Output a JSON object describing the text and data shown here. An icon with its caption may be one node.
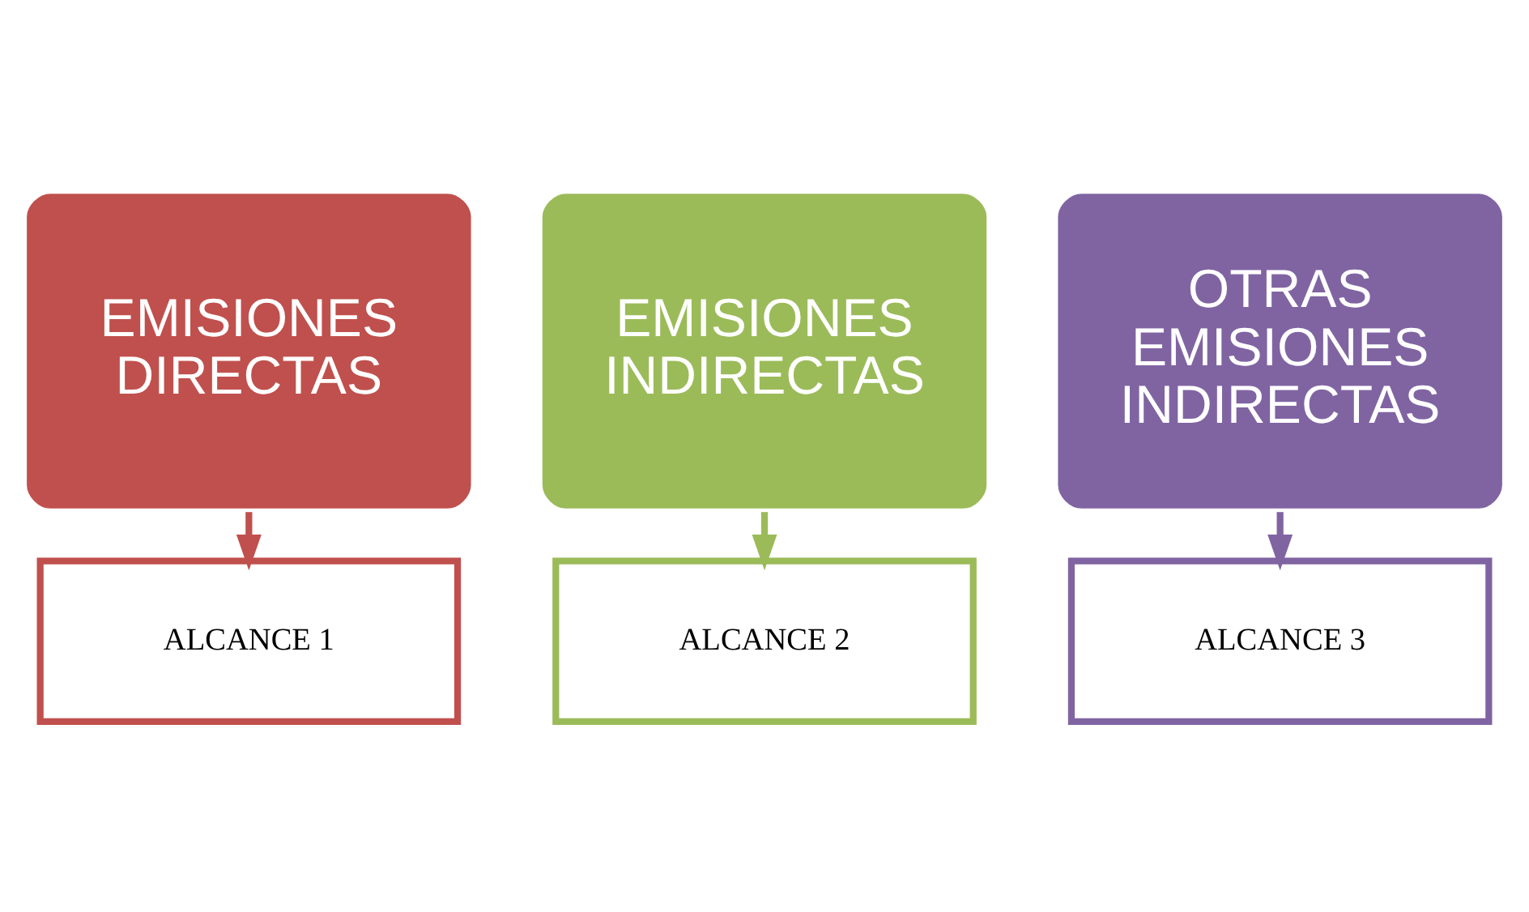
{
  "diagram": {
    "nodes": [
      {
        "text": [
          "EMISIONES DIRECTAS"
        ]
      },
      {
        "text": [
          "ALCANCE 1"
        ]
      },
      {
        "text": [
          "EMISIONES INDIRECTAS"
        ]
      },
      {
        "text": [
          "ALCANCE 2"
        ]
      },
      {
        "text": [
          "OTRAS EMISIONES INDIRECTAS"
        ]
      },
      {
        "text": [
          "ALCANCE 3"
        ]
      }
    ],
    "edges": [
      {
        "from": 0,
        "to": 1,
        "arrow": "to",
        "color": "#c0504d"
      },
      {
        "from": 2,
        "to": 3,
        "arrow": "to",
        "color": "#9bbb59"
      },
      {
        "from": 4,
        "to": 5,
        "arrow": "to",
        "color": "#8064a2"
      }
    ]
  }
}
